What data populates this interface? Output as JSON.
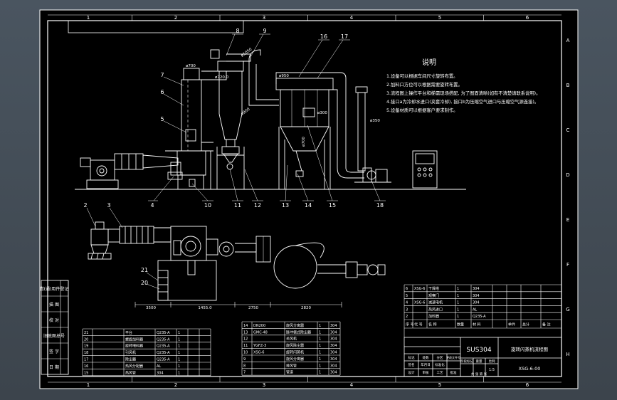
{
  "border": {
    "top_numbers": [
      "1",
      "2",
      "3",
      "4",
      "5",
      "6"
    ],
    "bottom_numbers": [
      "1",
      "2",
      "3",
      "4",
      "5",
      "6"
    ],
    "side_letters": [
      "A",
      "B",
      "C",
      "D",
      "E",
      "F",
      "G",
      "H"
    ]
  },
  "notes": {
    "title": "说明",
    "items": [
      "1.设备可以根据车间尺寸旋转布置。",
      "2.加料口方位可以根据需要旋转布置。",
      "3.流程图上操作平台和梯需现场搭配, 为了图面清晰(如有不清楚请联系说明)。",
      "4.接口a为冷却水进口(夹套冷却), 接口b为压缩空气进口与压缩空气源连接)。",
      "5.设备材质可以根据客户要求制作。"
    ]
  },
  "balloons": {
    "front": [
      "8",
      "9",
      "16",
      "17",
      "7",
      "6",
      "5",
      "4",
      "10",
      "11",
      "12",
      "13",
      "14",
      "15",
      "18"
    ],
    "plan": [
      "2",
      "3",
      "21",
      "20"
    ]
  },
  "dims": {
    "bottom": [
      "3500",
      "1455.0",
      "2750",
      "2820"
    ],
    "elevation": [
      "ø700",
      "ø720.0",
      "ø1050",
      "ø900",
      "ø950",
      "ø300",
      "ø700",
      "ø350"
    ]
  },
  "left_strip": [
    "借(通)用件登记",
    "描 图",
    "校 对",
    "旧底图总号",
    "签 字",
    "日 期"
  ],
  "bom_left": [
    [
      "21",
      "",
      "平台",
      "Q235-A",
      "1",
      "",
      ""
    ],
    [
      "20",
      "",
      "螺旋加料器",
      "Q235-A",
      "1",
      "",
      ""
    ],
    [
      "19",
      "",
      "旋转喂料器",
      "Q235-A",
      "1",
      "",
      ""
    ],
    [
      "18",
      "",
      "引风机",
      "Q235-A",
      "1",
      "",
      ""
    ],
    [
      "17",
      "",
      "除尘器",
      "Q235-A",
      "1",
      "",
      ""
    ],
    [
      "16",
      "",
      "热风分配器",
      "AL",
      "1",
      "",
      ""
    ],
    [
      "15",
      "",
      "热风管",
      "304",
      "1",
      "",
      ""
    ]
  ],
  "bom_mid": [
    [
      "14",
      "DN200",
      "旋风分离器",
      "1",
      "304"
    ],
    [
      "13",
      "GMC-48",
      "脉冲袋式除尘器",
      "1",
      "304"
    ],
    [
      "12",
      "",
      "关风机",
      "1",
      "304"
    ],
    [
      "11",
      "YGFZ-3",
      "旋风除尘器",
      "1",
      "304"
    ],
    [
      "10",
      "XSG-6",
      "旋转闪蒸机",
      "1",
      "304"
    ],
    [
      "9",
      "",
      "旋风分离器",
      "1",
      "304"
    ],
    [
      "8",
      "",
      "排风管",
      "1",
      "304"
    ],
    [
      "7",
      "",
      "管道",
      "1",
      "304"
    ]
  ],
  "bom_right": [
    [
      "6",
      "XSG-6",
      "干燥塔",
      "1",
      "304"
    ],
    [
      "5",
      "",
      "观察门",
      "1",
      "304"
    ],
    [
      "4",
      "XSG-6",
      "减速电机",
      "1",
      "304"
    ],
    [
      "3",
      "",
      "热风进口",
      "1",
      "AL"
    ],
    [
      "2",
      "",
      "加料器",
      "1",
      "Q235-A"
    ]
  ],
  "bom_right_header": [
    "序 号",
    "代 号",
    "名 称",
    "数量",
    "材 料",
    "单件",
    "总计",
    "备 注"
  ],
  "title_block": {
    "material": "SUS304",
    "drawing_name": "旋转闪蒸机流程图",
    "drawing_no": "XSG-6-00",
    "sign_labels": [
      "标记",
      "处数",
      "分区",
      "更改文件号",
      "签名",
      "年月日"
    ],
    "role_labels": [
      "设计",
      "标准化",
      "审核",
      "工艺",
      "批准"
    ],
    "stage_labels": [
      "阶段标记",
      "重量",
      "比例"
    ],
    "scale": "1:5",
    "sheet_info": "共 张 第 张"
  },
  "colors": {
    "line": "#ffffff",
    "accent": "#ffffff",
    "background": "#000000"
  }
}
